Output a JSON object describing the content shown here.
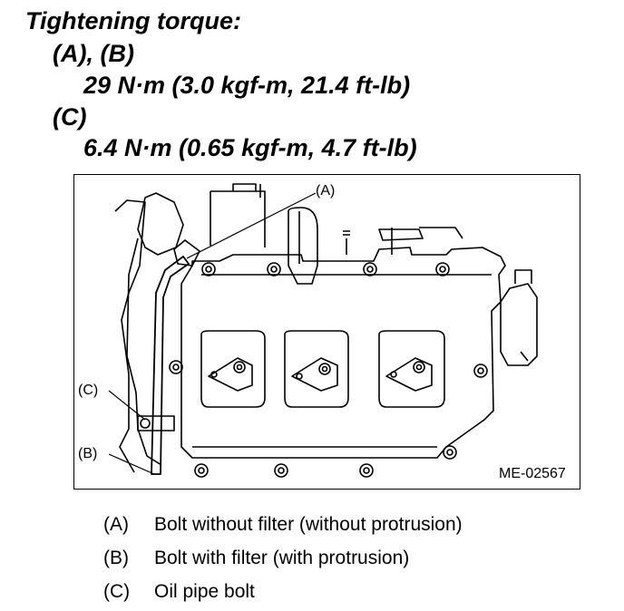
{
  "header": {
    "title": "Tightening torque:",
    "group1_label": "(A), (B)",
    "group1_value": "29 N·m (3.0 kgf-m, 21.4 ft-lb)",
    "group2_label": "(C)",
    "group2_value": "6.4 N·m (0.65 kgf-m, 4.7 ft-lb)"
  },
  "diagram": {
    "callout_a": "(A)",
    "callout_b": "(B)",
    "callout_c": "(C)",
    "part_code": "ME-02567"
  },
  "legend": [
    {
      "key": "(A)",
      "text": "Bolt without filter (without protrusion)"
    },
    {
      "key": "(B)",
      "text": "Bolt with filter (with protrusion)"
    },
    {
      "key": "(C)",
      "text": "Oil pipe bolt"
    }
  ]
}
